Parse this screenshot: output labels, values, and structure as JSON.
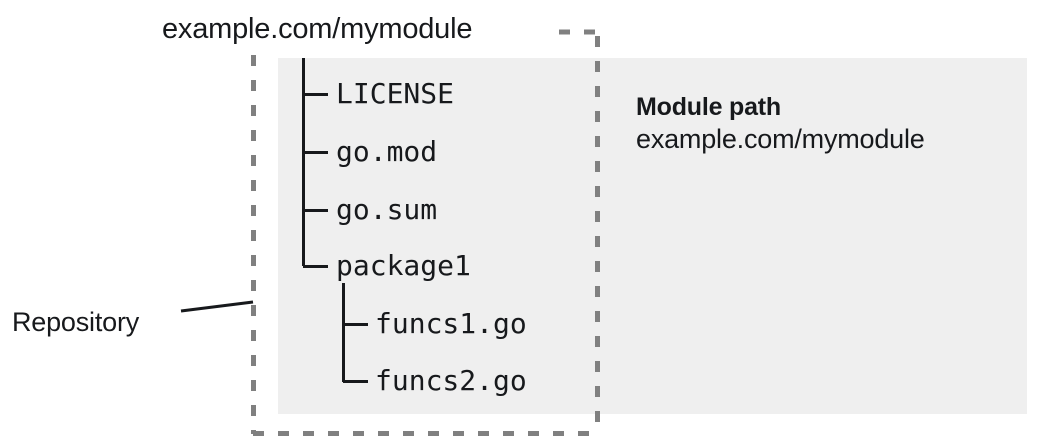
{
  "diagram": {
    "module_title": "example.com/mymodule",
    "repository_label": "Repository",
    "callout": {
      "title": "Module path",
      "value": "example.com/mymodule"
    },
    "tree": [
      {
        "name": "LICENSE",
        "depth": 1,
        "connector": "tee"
      },
      {
        "name": "go.mod",
        "depth": 1,
        "connector": "tee"
      },
      {
        "name": "go.sum",
        "depth": 1,
        "connector": "tee"
      },
      {
        "name": "package1",
        "depth": 1,
        "connector": "elbow"
      },
      {
        "name": "funcs1.go",
        "depth": 2,
        "connector": "tee"
      },
      {
        "name": "funcs2.go",
        "depth": 2,
        "connector": "elbow"
      }
    ],
    "colors": {
      "panel_background": "#efefef",
      "page_background": "#ffffff",
      "text": "#17191c",
      "boundary_dash": "#808080",
      "tree_rule": "#17191c"
    }
  }
}
